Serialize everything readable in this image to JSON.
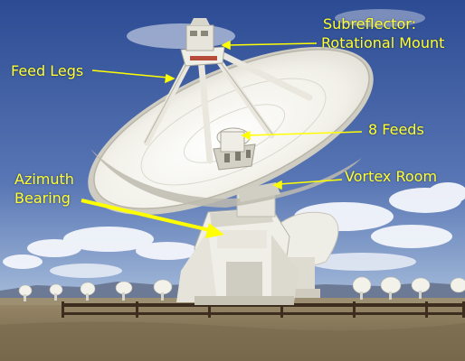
{
  "colors": {
    "label": "#ffff33",
    "leader": "#ffff00",
    "sky_top": "#2f4f95",
    "sky_bottom": "#9db6d8",
    "dish": "#f3f2ea",
    "ground": "#8a7a5e"
  },
  "labels": {
    "subreflector_line1": "Subreflector:",
    "subreflector_line2": "Rotational Mount",
    "feed_legs": "Feed Legs",
    "feeds": "8 Feeds",
    "vortex_room": "Vortex Room",
    "azimuth_line1": "Azimuth",
    "azimuth_line2": "Bearing"
  }
}
